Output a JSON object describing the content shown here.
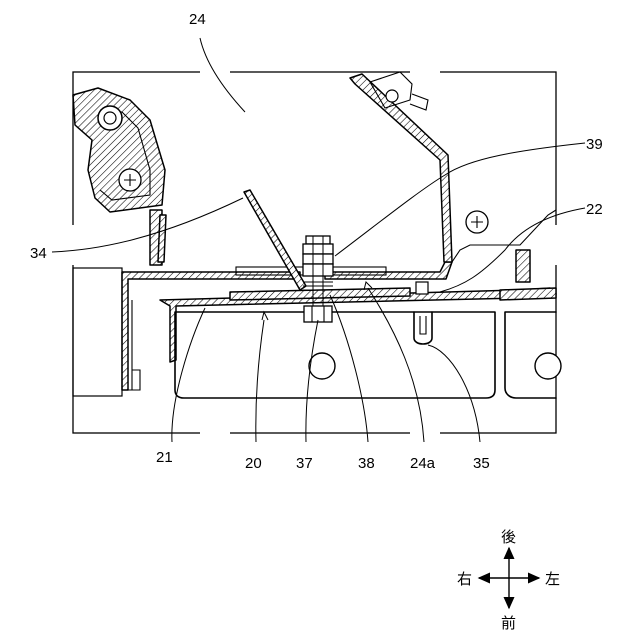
{
  "diagram": {
    "reference_labels": {
      "r24": "24",
      "r39": "39",
      "r22": "22",
      "r34": "34",
      "r21": "21",
      "r20": "20",
      "r37": "37",
      "r38": "38",
      "r24a": "24a",
      "r35": "35"
    },
    "direction_indicator": {
      "up": "後",
      "down": "前",
      "left": "右",
      "right": "左"
    }
  }
}
